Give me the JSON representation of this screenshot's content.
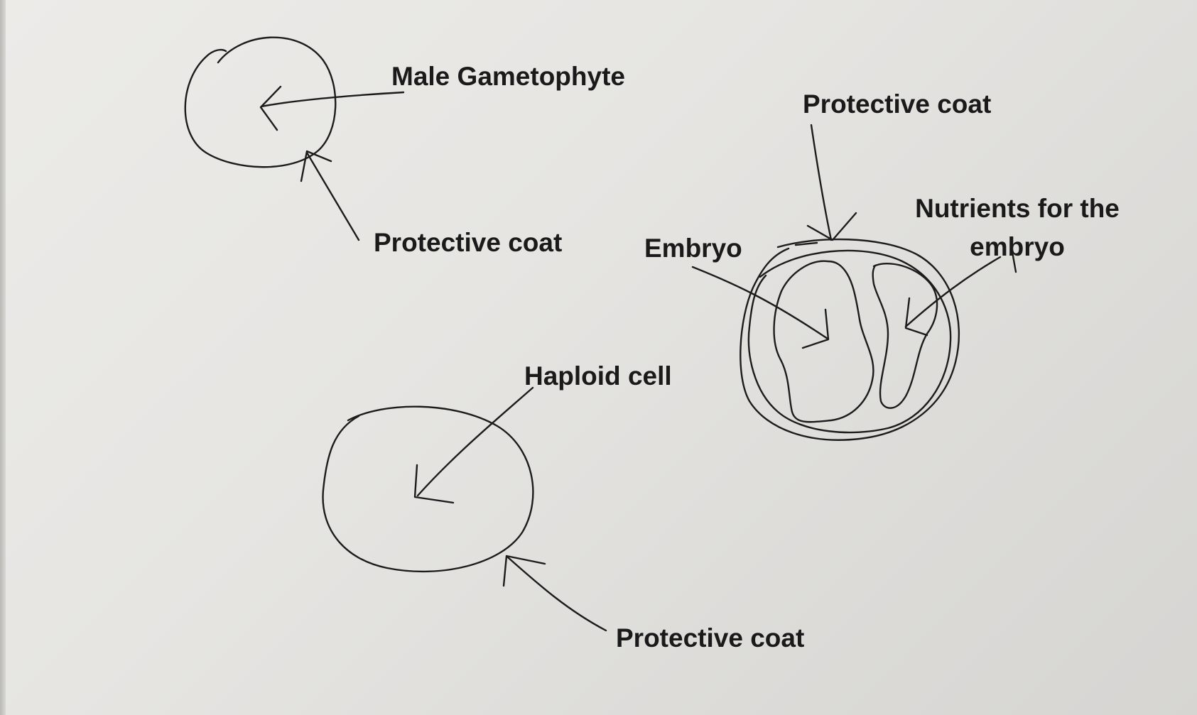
{
  "diagram": {
    "male_gametophyte": {
      "label": "Male Gametophyte",
      "coat_label": "Protective coat"
    },
    "seed": {
      "coat_label": "Protective coat",
      "embryo_label": "Embryo",
      "nutrients_label": "Nutrients for the embryo"
    },
    "spore": {
      "cell_label": "Haploid cell",
      "coat_label": "Protective coat"
    }
  }
}
